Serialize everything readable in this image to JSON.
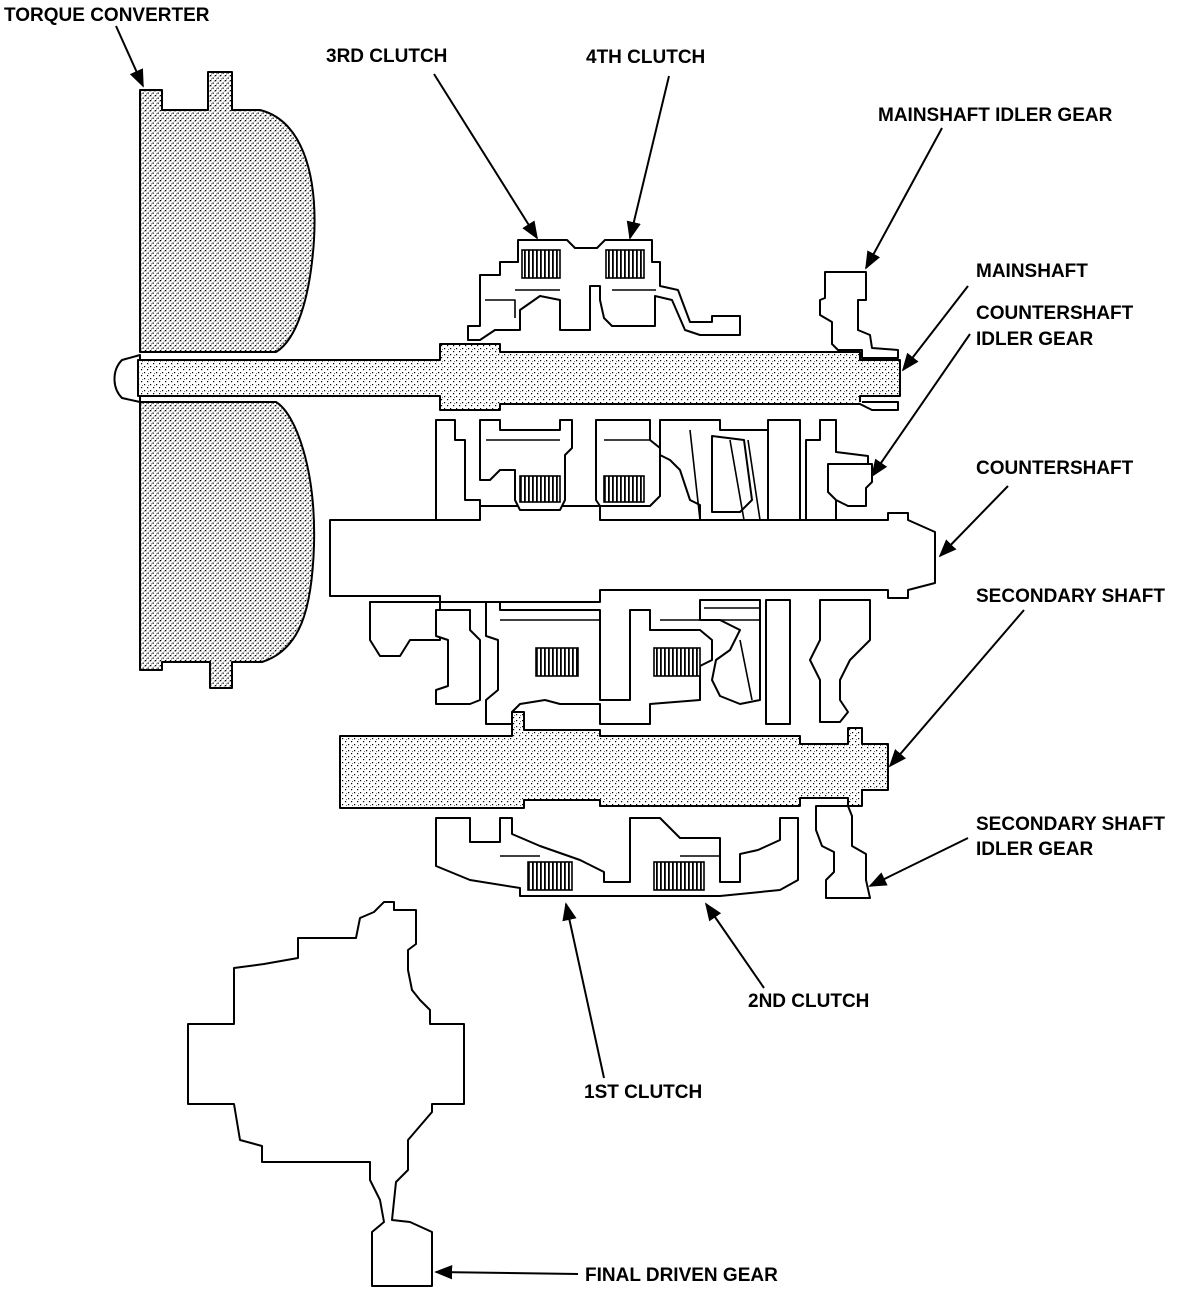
{
  "labels": {
    "torque_converter": "TORQUE CONVERTER",
    "third_clutch": "3RD CLUTCH",
    "fourth_clutch": "4TH CLUTCH",
    "mainshaft_idler_gear": "MAINSHAFT IDLER GEAR",
    "mainshaft": "MAINSHAFT",
    "countershaft_idler_gear_line1": "COUNTERSHAFT",
    "countershaft_idler_gear_line2": "IDLER GEAR",
    "countershaft": "COUNTERSHAFT",
    "secondary_shaft": "SECONDARY SHAFT",
    "secondary_shaft_idler_gear_line1": "SECONDARY SHAFT",
    "secondary_shaft_idler_gear_line2": "IDLER GEAR",
    "second_clutch": "2ND CLUTCH",
    "first_clutch": "1ST CLUTCH",
    "final_driven_gear": "FINAL DRIVEN GEAR"
  }
}
